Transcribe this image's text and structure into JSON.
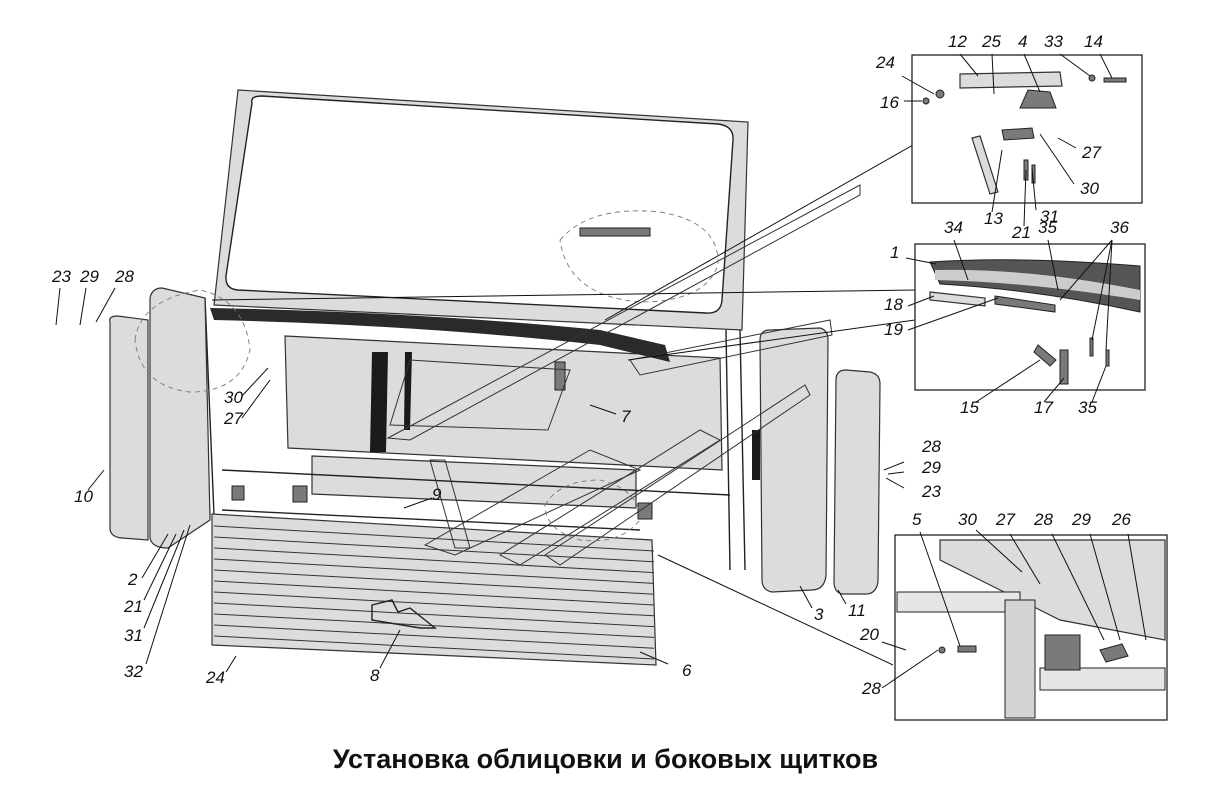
{
  "caption": "Установка облицовки и боковых щитков",
  "callouts": [
    "1",
    "2",
    "3",
    "4",
    "5",
    "6",
    "7",
    "8",
    "9",
    "10",
    "11",
    "12",
    "13",
    "14",
    "15",
    "16",
    "17",
    "18",
    "19",
    "20",
    "21",
    "23",
    "24",
    "25",
    "26",
    "27",
    "28",
    "29",
    "30",
    "31",
    "32",
    "33",
    "34",
    "35",
    "36"
  ],
  "colors": {
    "ink": "#111111",
    "part_fill": "#dcdcdc",
    "dark_part": "#7a7a7a",
    "background": "#ffffff"
  }
}
